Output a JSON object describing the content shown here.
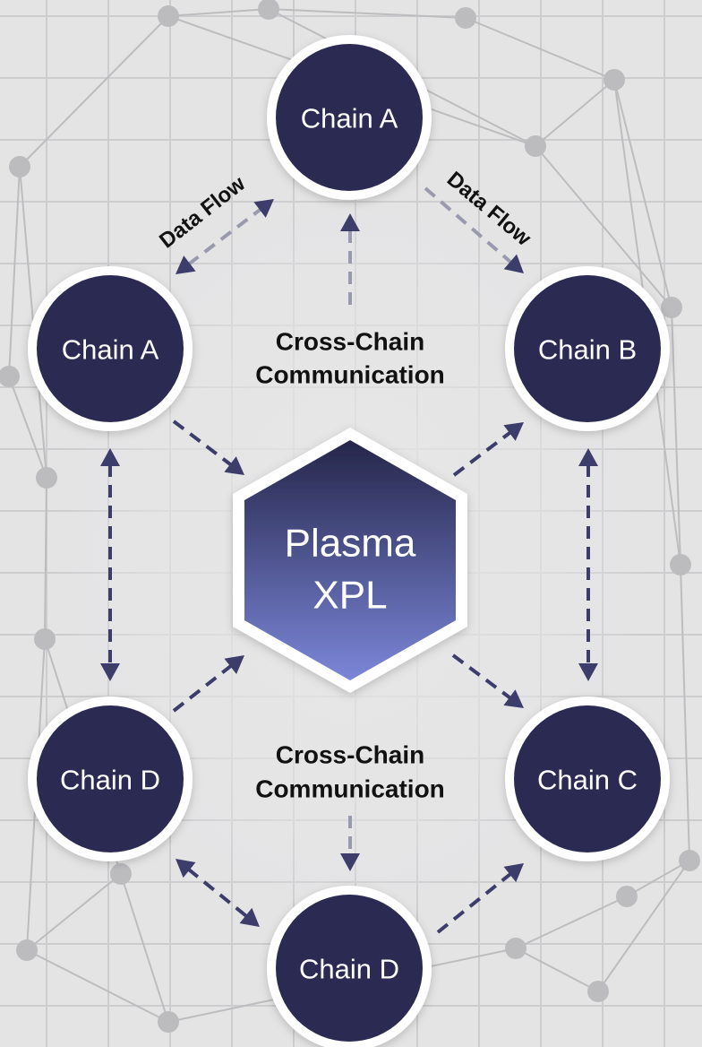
{
  "diagram": {
    "title": "Plasma XPL cross-chain communication",
    "colors": {
      "background": "#e4e4e5",
      "grid": "#cdcdcf",
      "network_line": "#bdbdbf",
      "network_node": "#bcbcbe",
      "node_fill": "#2c2c52",
      "node_border": "#ffffff",
      "hub_top": "#25264a",
      "hub_bottom": "#7b86d8",
      "arrow": "#3c3d6b",
      "arrow_faded": "#9a9aae",
      "label_text": "#111111",
      "node_text": "#ffffff"
    },
    "hub": {
      "id": "hub",
      "line1": "Plasma",
      "line2": "XPL"
    },
    "nodes": [
      {
        "id": "top",
        "label": "Chain A"
      },
      {
        "id": "left-upper",
        "label": "Chain A"
      },
      {
        "id": "right-upper",
        "label": "Chain B"
      },
      {
        "id": "left-lower",
        "label": "Chain D"
      },
      {
        "id": "right-lower",
        "label": "Chain C"
      },
      {
        "id": "bottom",
        "label": "Chain D"
      }
    ],
    "annotations": {
      "upper": {
        "line1": "Cross-Chain",
        "line2": "Communication"
      },
      "lower": {
        "line1": "Cross-Chain",
        "line2": "Communication"
      },
      "data_flow_left": "Data Flow",
      "data_flow_right": "Data Flow"
    },
    "edges": [
      {
        "from": "left-upper",
        "to": "top",
        "direction": "bidirectional",
        "label": "Data Flow",
        "style": "faded"
      },
      {
        "from": "top",
        "to": "right-upper",
        "direction": "forward",
        "label": "Data Flow",
        "style": "faded"
      },
      {
        "from": "hub",
        "to": "top",
        "direction": "forward",
        "label": "Cross-Chain Communication",
        "style": "faded"
      },
      {
        "from": "left-upper",
        "to": "hub",
        "direction": "forward",
        "style": "solid"
      },
      {
        "from": "hub",
        "to": "right-upper",
        "direction": "forward",
        "style": "solid"
      },
      {
        "from": "left-upper",
        "to": "left-lower",
        "direction": "bidirectional",
        "style": "solid"
      },
      {
        "from": "right-upper",
        "to": "right-lower",
        "direction": "bidirectional",
        "style": "solid"
      },
      {
        "from": "left-lower",
        "to": "hub",
        "direction": "forward",
        "style": "solid"
      },
      {
        "from": "hub",
        "to": "right-lower",
        "direction": "forward",
        "style": "solid"
      },
      {
        "from": "hub",
        "to": "bottom",
        "direction": "forward",
        "label": "Cross-Chain Communication",
        "style": "faded"
      },
      {
        "from": "left-lower",
        "to": "bottom",
        "direction": "bidirectional",
        "style": "solid"
      },
      {
        "from": "bottom",
        "to": "right-lower",
        "direction": "forward",
        "style": "solid"
      }
    ]
  }
}
